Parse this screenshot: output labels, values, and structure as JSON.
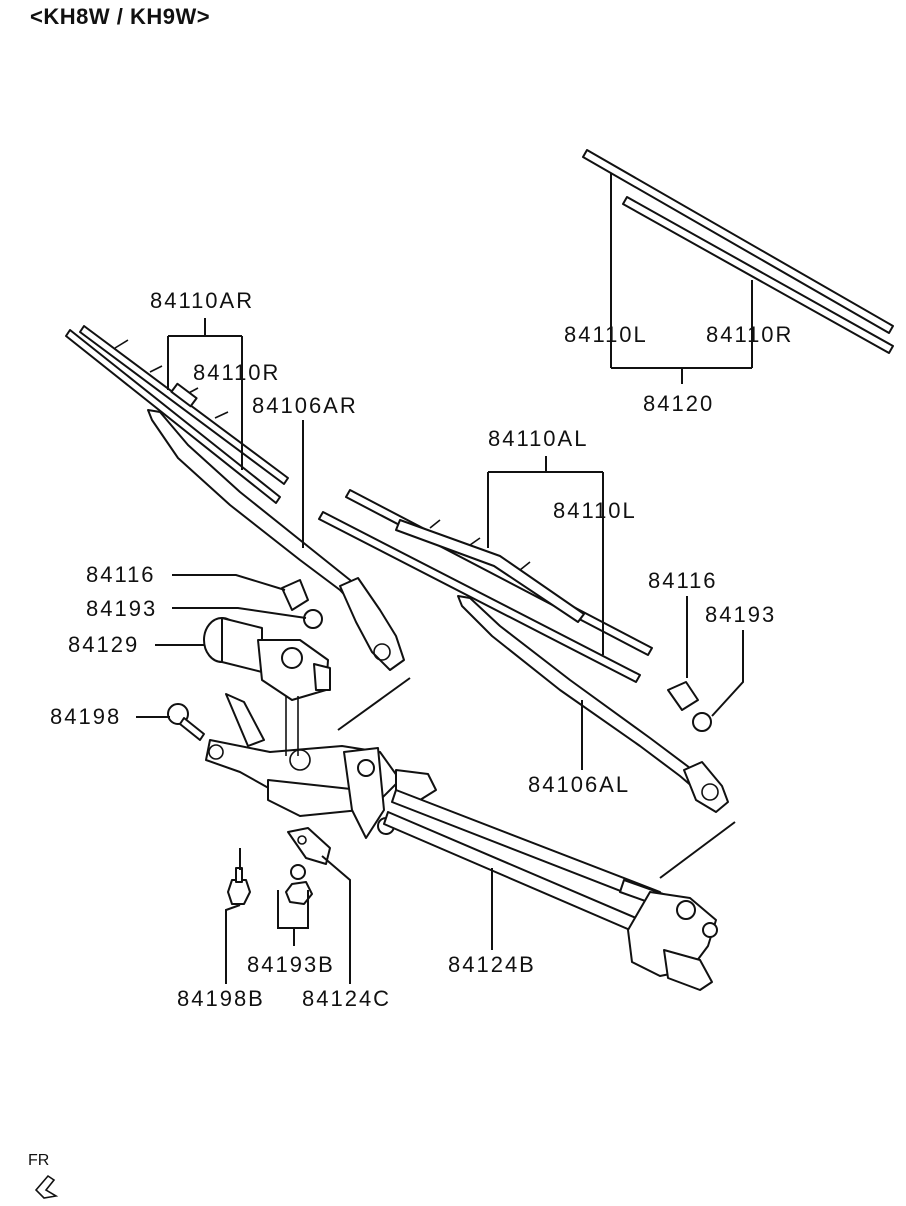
{
  "header": {
    "title": "<KH8W / KH9W>"
  },
  "footer": {
    "direction_mark": "FR"
  },
  "parts": {
    "p84110AR": "84110AR",
    "p84110R_a": "84110R",
    "p84106AR": "84106AR",
    "p84116_a": "84116",
    "p84193_a": "84193",
    "p84129": "84129",
    "p84198": "84198",
    "p84110L_a": "84110L",
    "p84110R_b": "84110R",
    "p84120": "84120",
    "p84110AL": "84110AL",
    "p84110L_b": "84110L",
    "p84116_b": "84116",
    "p84193_b": "84193",
    "p84106AL": "84106AL",
    "p84193B": "84193B",
    "p84124B": "84124B",
    "p84198B": "84198B",
    "p84124C": "84124C"
  }
}
